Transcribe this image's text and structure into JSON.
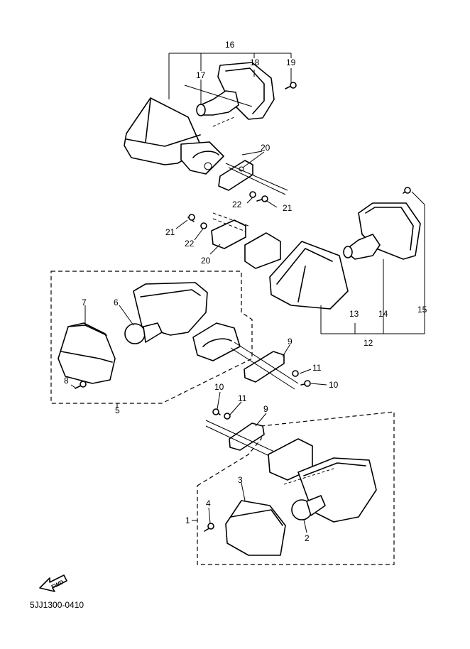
{
  "diagram": {
    "callouts": {
      "c1": "1",
      "c2": "2",
      "c3": "3",
      "c4": "4",
      "c5": "5",
      "c6": "6",
      "c7": "7",
      "c8": "8",
      "c9a": "9",
      "c9b": "9",
      "c10a": "10",
      "c10b": "10",
      "c11a": "11",
      "c11b": "11",
      "c12": "12",
      "c13": "13",
      "c14": "14",
      "c15": "15",
      "c16": "16",
      "c17": "17",
      "c18": "18",
      "c19": "19",
      "c20a": "20",
      "c20b": "20",
      "c21a": "21",
      "c21b": "21",
      "c22a": "22",
      "c22b": "22"
    },
    "fwd_label": "FWD",
    "drawing_code": "5JJ1300-0410"
  }
}
